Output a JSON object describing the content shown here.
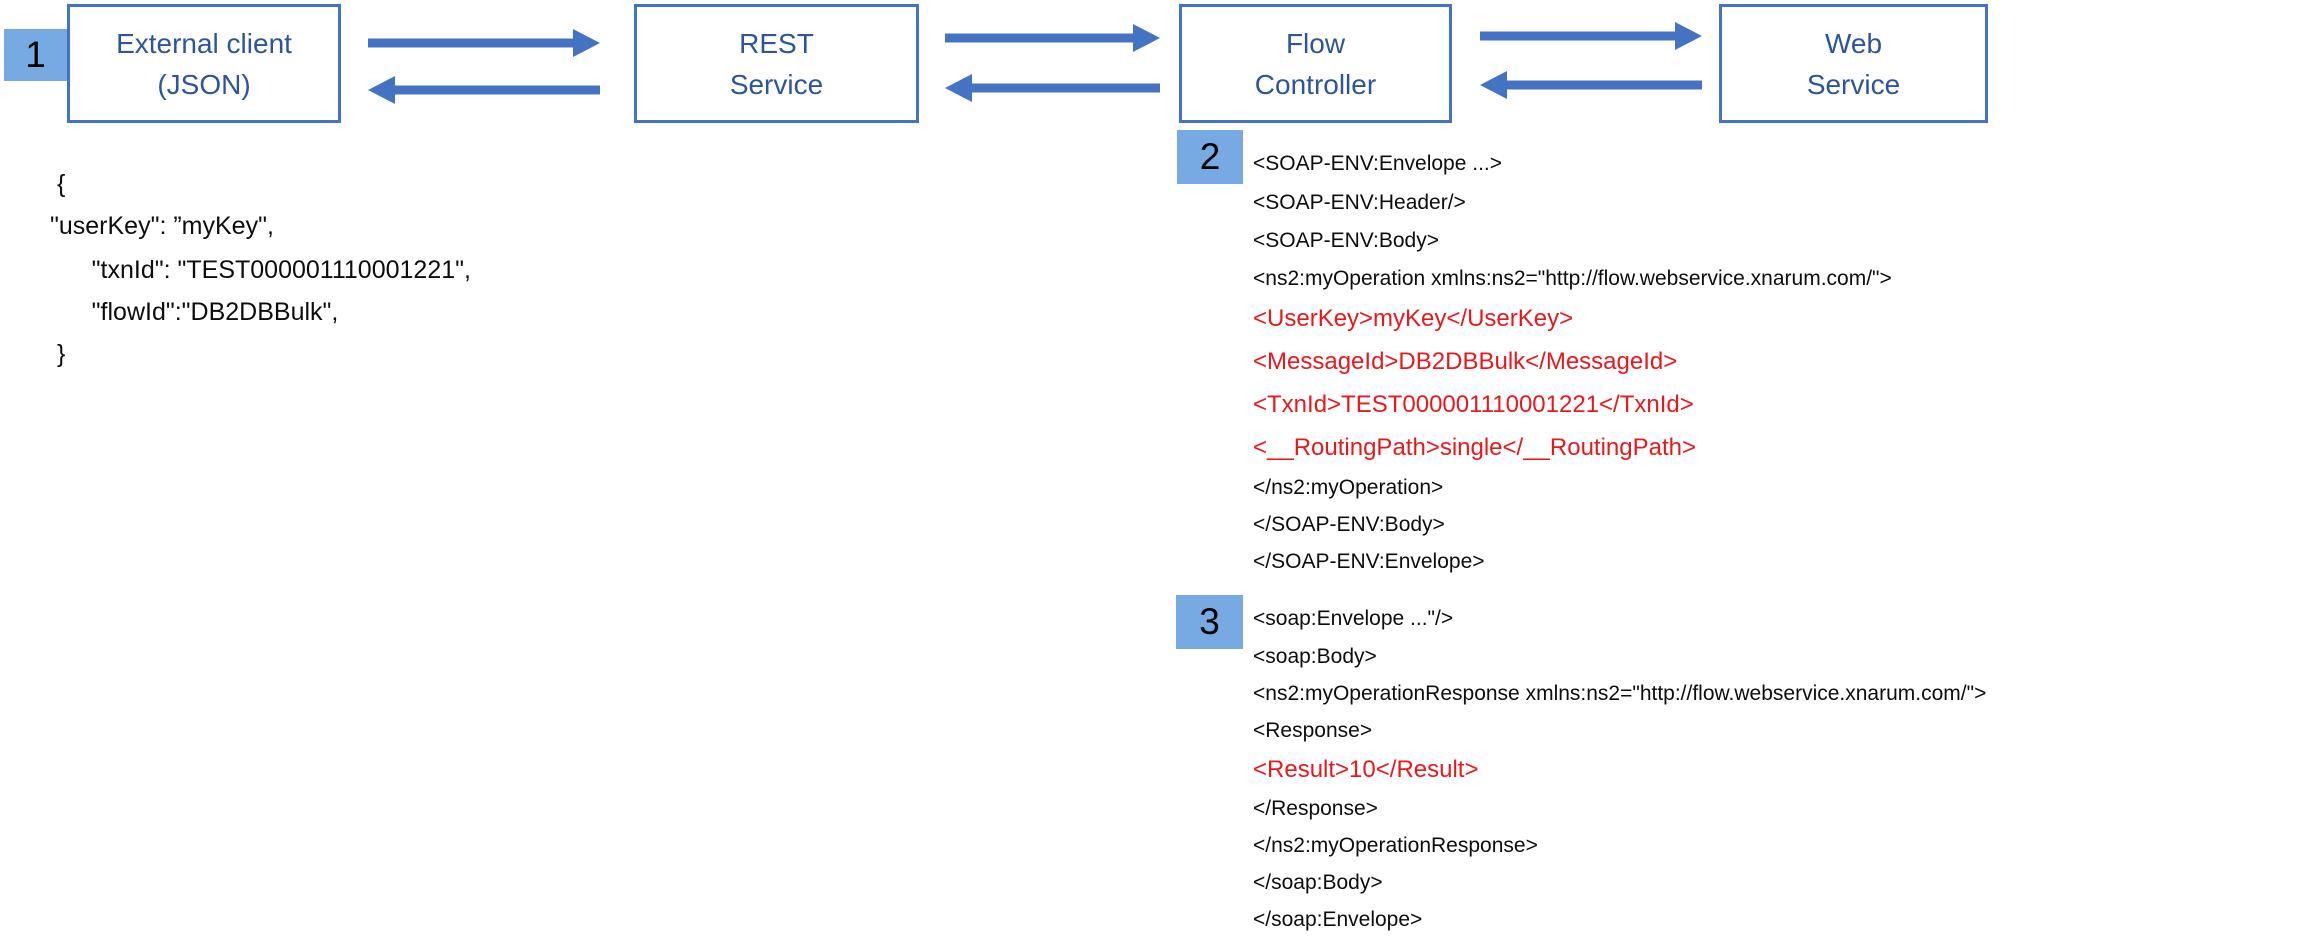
{
  "colors": {
    "accent_blue": "#4573c4",
    "badge_blue": "#77aae2",
    "label_blue": "#2e5597",
    "highlight_red": "#e8191d"
  },
  "diagram": {
    "step_badges": [
      "1",
      "2",
      "3"
    ],
    "boxes": [
      {
        "line1": "External client",
        "line2": "(JSON)"
      },
      {
        "line1": "REST",
        "line2": "Service"
      },
      {
        "line1": "Flow",
        "line2": "Controller"
      },
      {
        "line1": "Web",
        "line2": "Service"
      }
    ]
  },
  "json_request": {
    "lines": [
      " {",
      "\"userKey\": ”myKey\",",
      "      \"txnId\": \"TEST000001110001221\",",
      "      \"flowId\":\"DB2DBBulk\",",
      " }"
    ]
  },
  "soap_request": {
    "lines": [
      {
        "text": "<SOAP-ENV:Envelope ...>",
        "color": "black"
      },
      {
        "text": "<SOAP-ENV:Header/>",
        "color": "black"
      },
      {
        "text": "<SOAP-ENV:Body>",
        "color": "black"
      },
      {
        "text": "<ns2:myOperation xmlns:ns2=\"http://flow.webservice.xnarum.com/\">",
        "color": "black"
      },
      {
        "text": "<UserKey>myKey</UserKey>",
        "color": "red"
      },
      {
        "text": "<MessageId>DB2DBBulk</MessageId>",
        "color": "red"
      },
      {
        "text": "<TxnId>TEST000001110001221</TxnId>",
        "color": "red"
      },
      {
        "text": "<__RoutingPath>single</__RoutingPath>",
        "color": "red"
      },
      {
        "text": "</ns2:myOperation>",
        "color": "black"
      },
      {
        "text": "</SOAP-ENV:Body>",
        "color": "black"
      },
      {
        "text": "</SOAP-ENV:Envelope>",
        "color": "black"
      }
    ]
  },
  "soap_response": {
    "lines": [
      {
        "text": "<soap:Envelope ...\"/>",
        "color": "black"
      },
      {
        "text": "<soap:Body>",
        "color": "black"
      },
      {
        "text": "<ns2:myOperationResponse xmlns:ns2=\"http://flow.webservice.xnarum.com/\">",
        "color": "black"
      },
      {
        "text": "<Response>",
        "color": "black"
      },
      {
        "text": "<Result>10</Result>",
        "color": "red"
      },
      {
        "text": "</Response>",
        "color": "black"
      },
      {
        "text": "</ns2:myOperationResponse>",
        "color": "black"
      },
      {
        "text": "</soap:Body>",
        "color": "black"
      },
      {
        "text": "</soap:Envelope>",
        "color": "black"
      }
    ]
  }
}
